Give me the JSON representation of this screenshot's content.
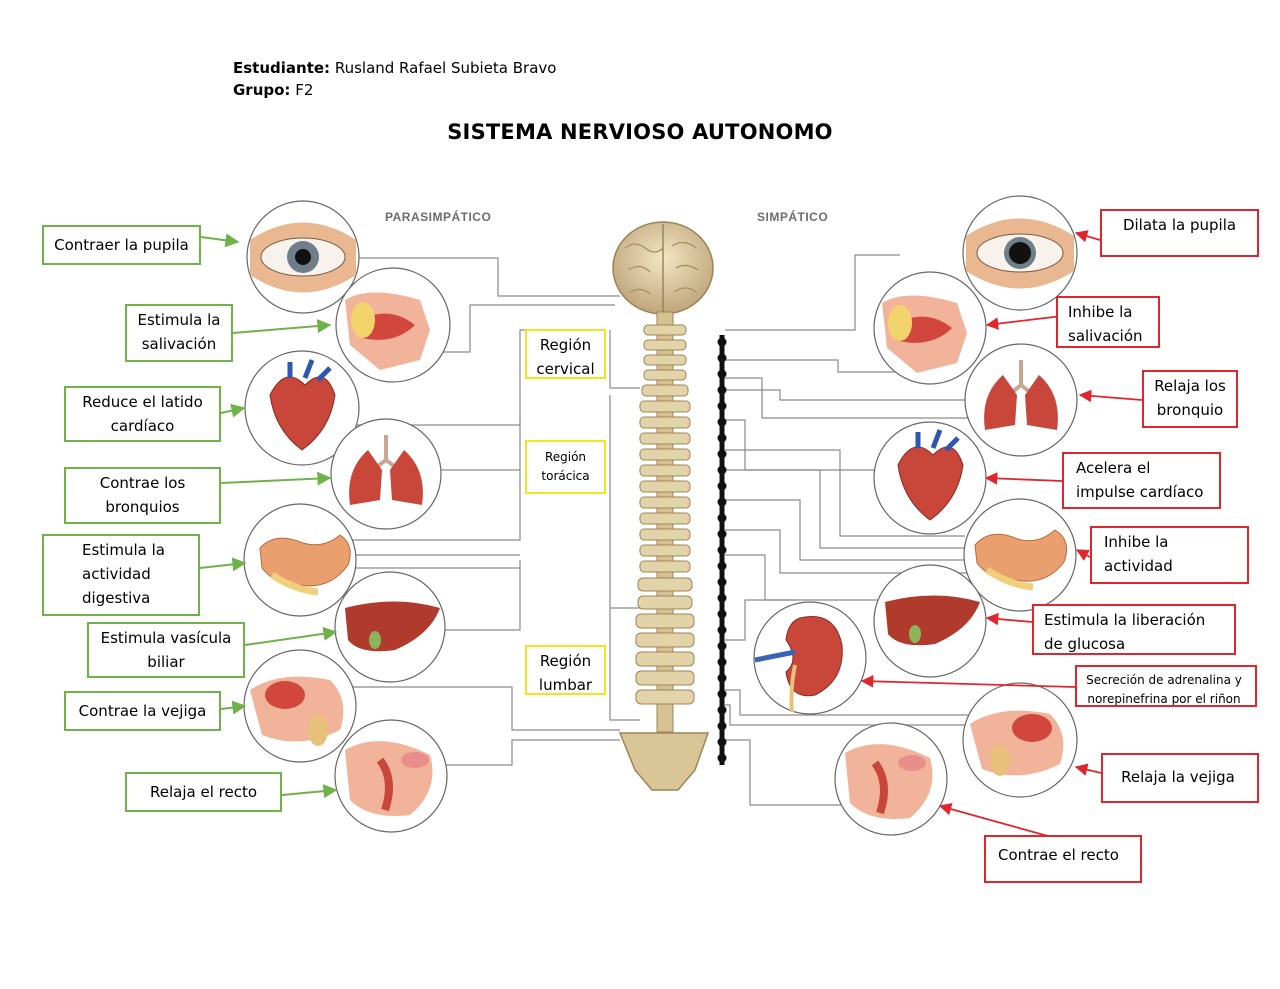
{
  "header": {
    "student_label": "Estudiante:",
    "student_name": "Rusland Rafael Subieta Bravo",
    "group_label": "Grupo:",
    "group_value": "F2"
  },
  "title": "SISTEMA NERVIOSO AUTONOMO",
  "sides": {
    "left": "PARASIMPÁTICO",
    "right": "SIMPÁTICO"
  },
  "parasympathetic_labels": [
    "Contraer la pupila",
    "Estimula la salivación",
    "Reduce el latido cardíaco",
    "Contrae los bronquios",
    "Estimula la actividad digestiva",
    "Estimula vasícula biliar",
    "Contrae la vejiga",
    "Relaja el recto"
  ],
  "sympathetic_labels": [
    "Dilata la pupila",
    "Inhibe la salivación",
    "Relaja los bronquio",
    "Acelera el impulse cardíaco",
    "Inhibe la actividad digestiva",
    "Estimula la liberación de glucosa",
    "Secreción de adrenalina  y norepinefrina por el riñon",
    "Relaja la vejiga",
    "Contrae el recto"
  ],
  "regions": [
    "Región cervical",
    "Región torácica",
    "Región lumbar"
  ],
  "colors": {
    "parasympathetic_border": "#6fb24a",
    "sympathetic_border": "#e0262d",
    "region_border": "#f3e51d",
    "bone": "#dcc9a0",
    "organ_red": "#c8473a",
    "skin": "#f2c7a6"
  }
}
